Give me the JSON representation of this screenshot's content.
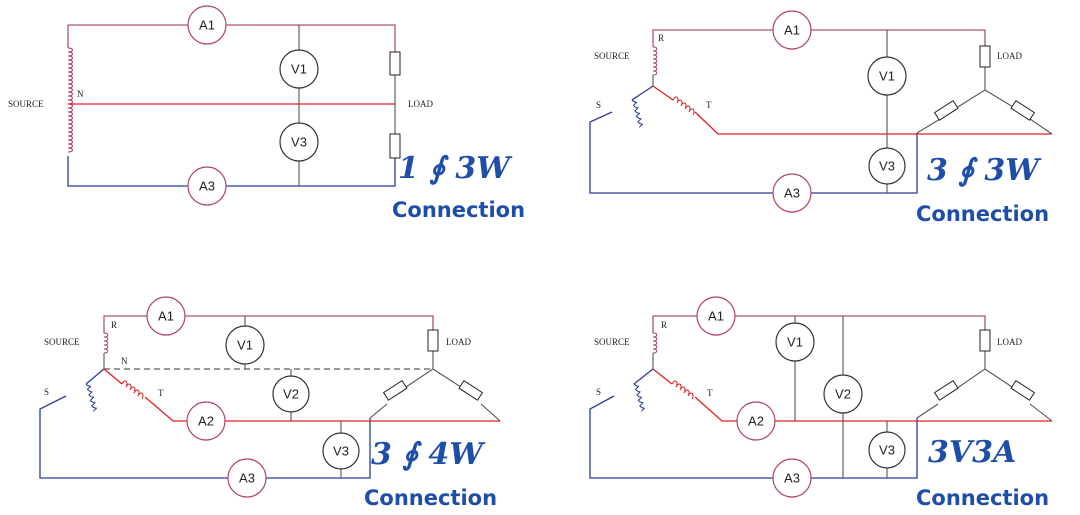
{
  "diagrams": [
    {
      "title": "1 ∮ 3W",
      "subtitle": "Connection",
      "source_label": "SOURCE",
      "load_label": "LOAD",
      "phase_labels": [
        "N"
      ],
      "meters": [
        "A1",
        "V1",
        "V3",
        "A3"
      ]
    },
    {
      "title": "3 ∮ 3W",
      "subtitle": "Connection",
      "source_label": "SOURCE",
      "load_label": "LOAD",
      "phase_labels": [
        "R",
        "S",
        "T"
      ],
      "meters": [
        "A1",
        "V1",
        "V3",
        "A3"
      ]
    },
    {
      "title": "3 ∮ 4W",
      "subtitle": "Connection",
      "source_label": "SOURCE",
      "load_label": "LOAD",
      "phase_labels": [
        "R",
        "N",
        "S",
        "T"
      ],
      "meters": [
        "A1",
        "V1",
        "V2",
        "A2",
        "V3",
        "A3"
      ]
    },
    {
      "title": "3V3A",
      "subtitle": "Connection",
      "source_label": "SOURCE",
      "load_label": "LOAD",
      "phase_labels": [
        "R",
        "S",
        "T"
      ],
      "meters": [
        "A1",
        "V1",
        "V2",
        "A2",
        "V3",
        "A3"
      ]
    }
  ],
  "colors": {
    "line_r": "#a9547a",
    "line_t": "#e02020",
    "line_s": "#2b3a9a",
    "heading": "#1f4ea8"
  }
}
